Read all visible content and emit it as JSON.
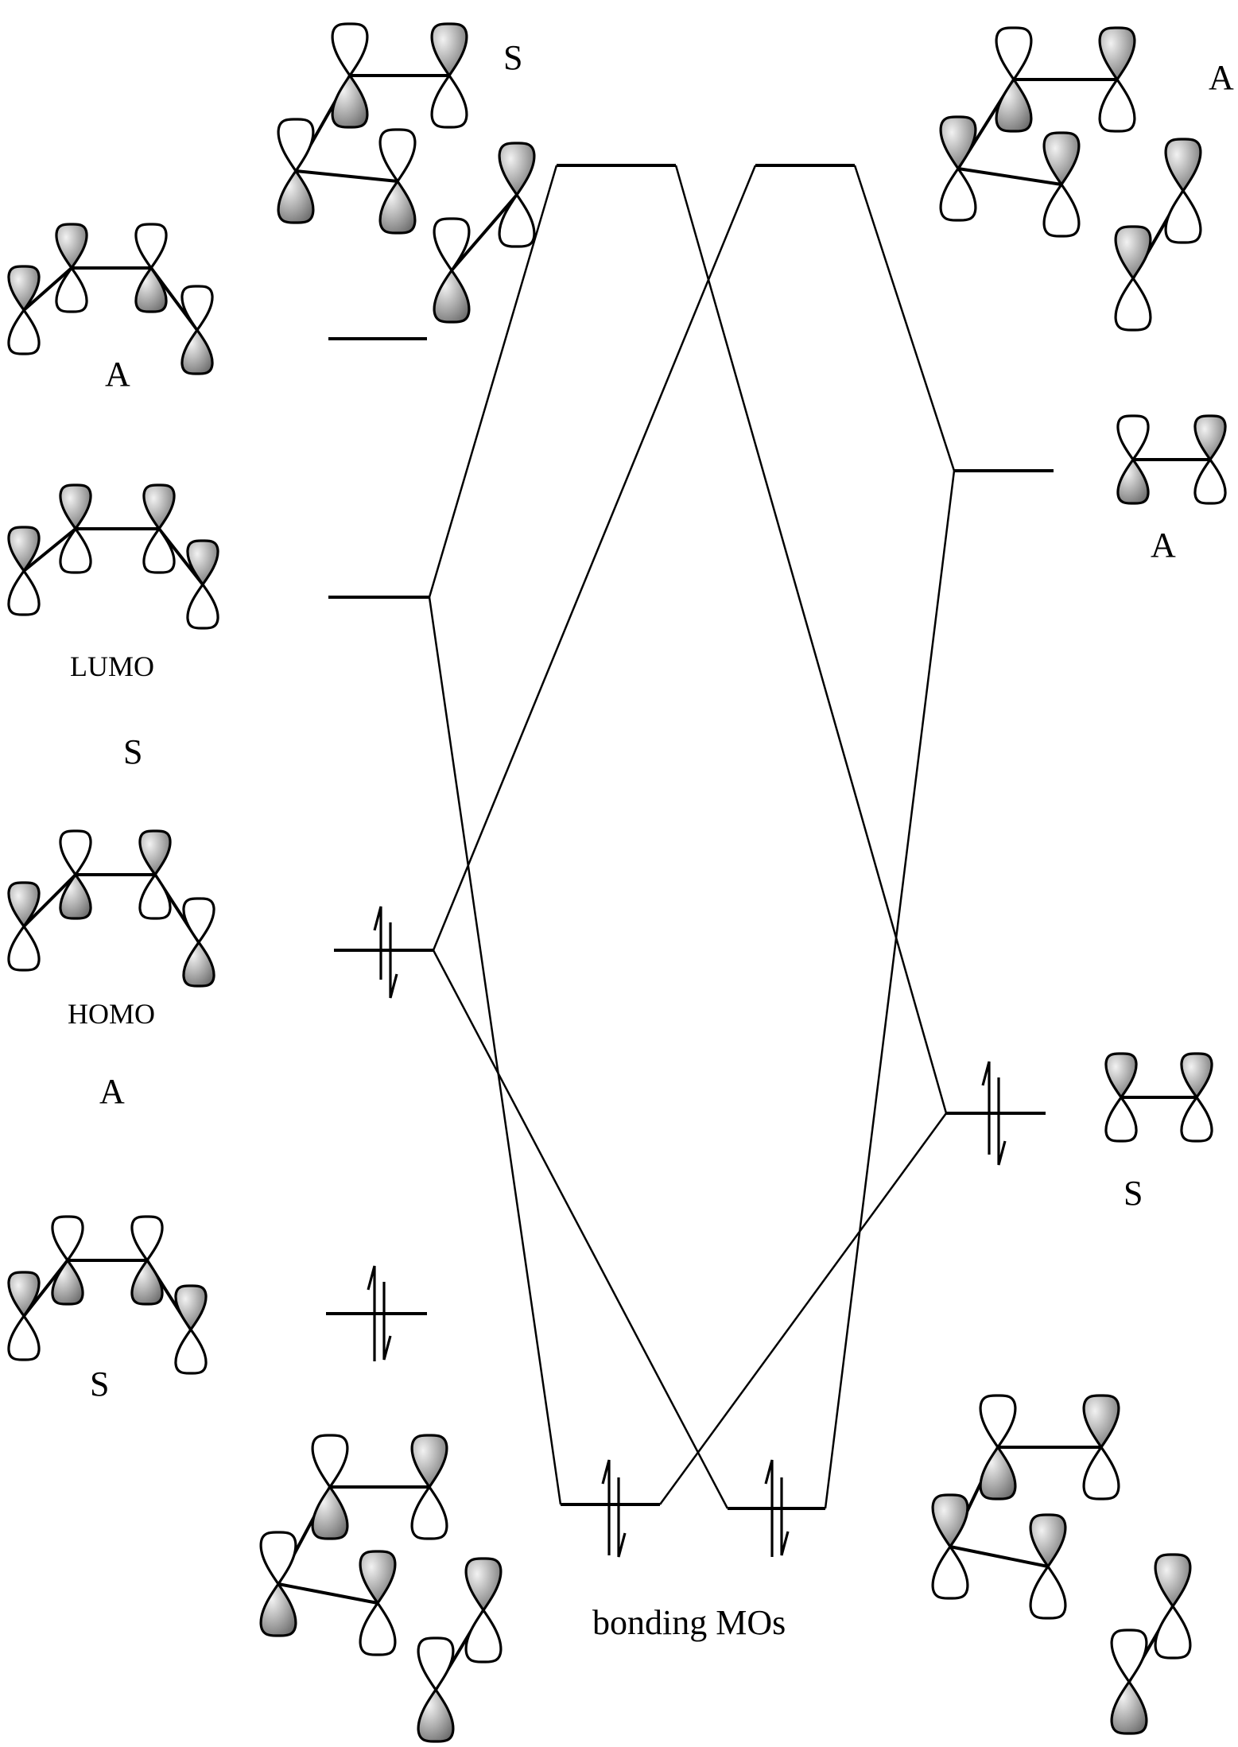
{
  "labels": {
    "left_a_top": "A",
    "lumo": "LUMO",
    "left_s_mid": "S",
    "homo": "HOMO",
    "left_a_mid": "A",
    "left_s_bottom": "S",
    "top_center_s": "S",
    "top_right_a": "A",
    "right_a_mid": "A",
    "right_s_low": "S",
    "bonding": "bonding MOs"
  },
  "colors": {
    "line": "#000000",
    "lobe_shade_light": "#f2f2f2",
    "lobe_shade_dark": "#6a6a6a",
    "background": "#ffffff"
  }
}
